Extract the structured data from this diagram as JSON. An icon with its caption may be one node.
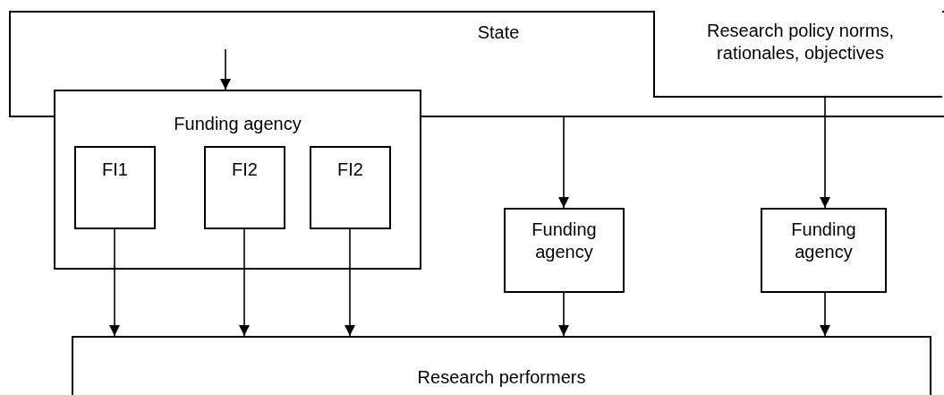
{
  "diagram": {
    "nodes": [
      {
        "text": [
          "State"
        ]
      },
      {
        "text": [
          "Research policy norms, rationales, objectives"
        ],
        "in": 0
      },
      {
        "text": [
          "Funding agency"
        ]
      },
      {
        "text": [
          "FI1"
        ],
        "in": 2
      },
      {
        "text": [
          "FI2"
        ],
        "in": 2
      },
      {
        "text": [
          "FI2"
        ],
        "in": 2
      },
      {
        "text": [
          "Funding agency"
        ]
      },
      {
        "text": [
          "Funding agency"
        ]
      },
      {
        "text": [
          "Research performers"
        ]
      }
    ],
    "edges": [
      {
        "from": null,
        "to": 2,
        "arrow": "to"
      },
      {
        "from": 0,
        "to": 6,
        "arrow": "to"
      },
      {
        "from": 1,
        "to": 7,
        "arrow": "to"
      },
      {
        "from": 3,
        "to": 8,
        "arrow": "to"
      },
      {
        "from": 4,
        "to": 8,
        "arrow": "to"
      },
      {
        "from": 5,
        "to": 8,
        "arrow": "to"
      },
      {
        "from": 6,
        "to": 8,
        "arrow": "to"
      },
      {
        "from": 7,
        "to": 8,
        "arrow": "to"
      }
    ]
  }
}
